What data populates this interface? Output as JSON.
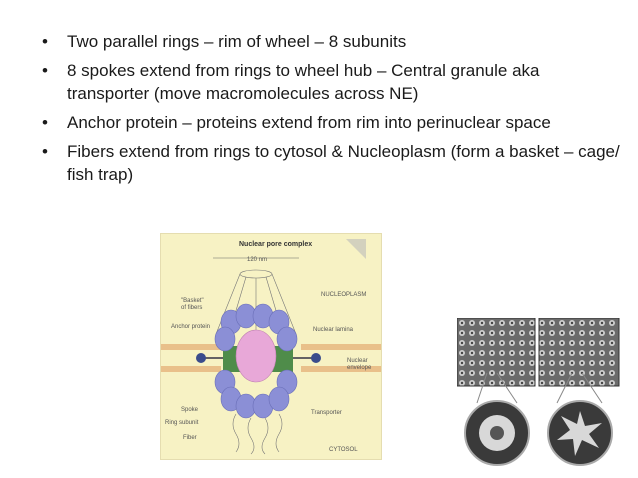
{
  "bullets": [
    "Two parallel rings – rim of wheel – 8 subunits",
    "8 spokes extend from rings to wheel hub – Central granule aka transporter (move macromolecules across NE)",
    "Anchor protein – proteins extend from rim into perinuclear space",
    "Fibers extend from rings to cytosol & Nucleoplasm (form a basket – cage/ fish trap)"
  ],
  "figure": {
    "title": "Nuclear pore complex",
    "scale": "120 nm",
    "labels": {
      "nucleoplasm": "NUCLEOPLASM",
      "basket": "\"Basket\"",
      "basket2": "of fibers",
      "anchor": "Anchor protein",
      "lamina": "Nuclear lamina",
      "envelope1": "Nuclear",
      "envelope2": "envelope",
      "spoke": "Spoke",
      "ring": "Ring subunit",
      "fiber": "Fiber",
      "transporter": "Transporter",
      "cytosol": "CYTOSOL"
    }
  }
}
